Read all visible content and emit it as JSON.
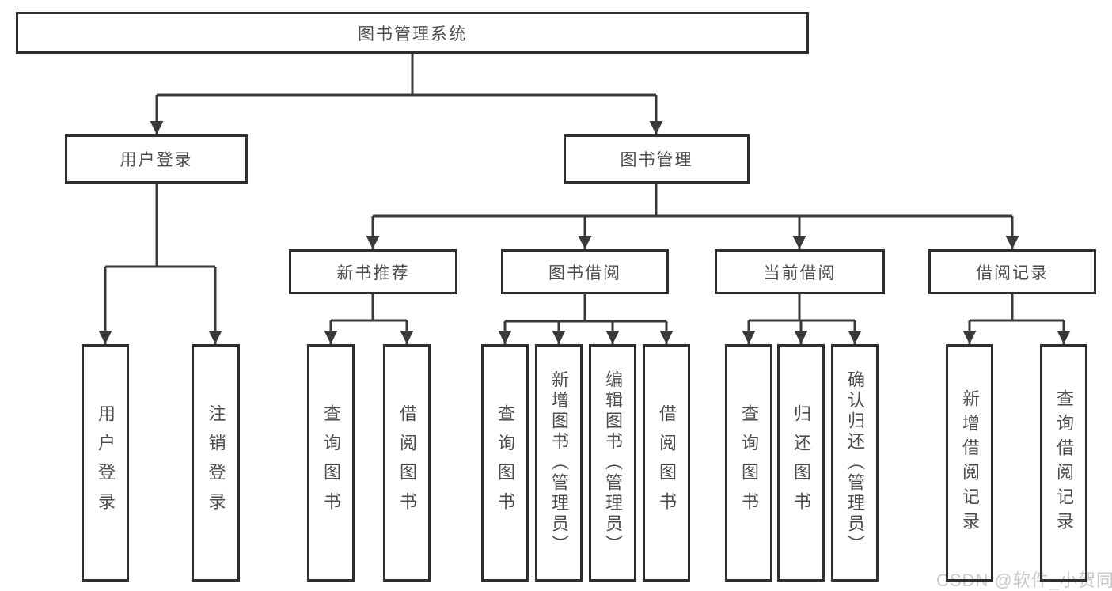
{
  "tree": {
    "root": {
      "label": "图书管理系统"
    },
    "branches": [
      {
        "label": "用户登录",
        "children": [
          {
            "label": "用户登录"
          },
          {
            "label": "注销登录"
          }
        ]
      },
      {
        "label": "图书管理",
        "children": [
          {
            "label": "新书推荐",
            "children": [
              {
                "label": "查询图书"
              },
              {
                "label": "借阅图书"
              }
            ]
          },
          {
            "label": "图书借阅",
            "children": [
              {
                "label": "查询图书"
              },
              {
                "label": "新增图书（管理员）"
              },
              {
                "label": "编辑图书（管理员）"
              },
              {
                "label": "借阅图书"
              }
            ]
          },
          {
            "label": "当前借阅",
            "children": [
              {
                "label": "查询图书"
              },
              {
                "label": "归还图书"
              },
              {
                "label": "确认归还（管理员）"
              }
            ]
          },
          {
            "label": "借阅记录",
            "children": [
              {
                "label": "新增借阅记录"
              },
              {
                "label": "查询借阅记录"
              }
            ]
          }
        ]
      }
    ]
  },
  "watermark": {
    "text": "CSDN @软件_小贺同学"
  },
  "colors": {
    "line": "#3a3a3a",
    "box_border": "#2f2f2f",
    "text": "#4d4d4d",
    "watermark": "#c9c7cd",
    "background": "#ffffff"
  }
}
